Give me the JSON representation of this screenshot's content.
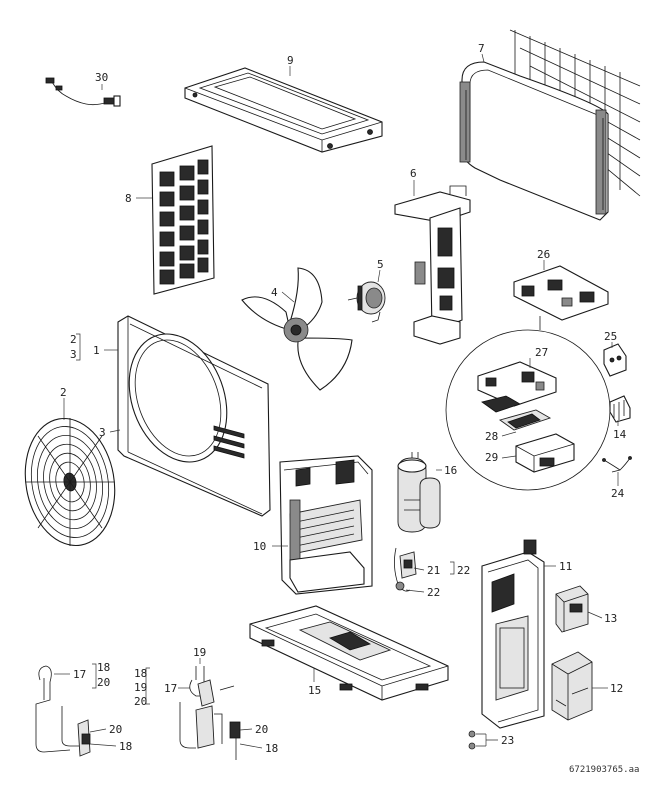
{
  "callouts": {
    "c30": "30",
    "c9": "9",
    "c7": "7",
    "c8": "8",
    "c6": "6",
    "c5": "5",
    "c4": "4",
    "c26": "26",
    "c1": "1",
    "c1_sub_a": "2",
    "c1_sub_b": "3",
    "c2": "2",
    "c3": "3",
    "c25": "25",
    "c27": "27",
    "c14": "14",
    "c28": "28",
    "c29": "29",
    "c24": "24",
    "c16": "16",
    "c10": "10",
    "c11": "11",
    "c21": "21",
    "c21_sub": "22",
    "c22": "22",
    "c13": "13",
    "c15": "15",
    "c12": "12",
    "c17_left": "17",
    "c17_left_sub_a": "18",
    "c17_left_sub_b": "20",
    "c20_left": "20",
    "c18_left": "18",
    "c19": "19",
    "c17_mid": "17",
    "c17_mid_sub_a": "18",
    "c17_mid_sub_b": "19",
    "c17_mid_sub_c": "20",
    "c20_mid": "20",
    "c18_mid": "18",
    "c23": "23"
  },
  "document_number": "6721903765.aa"
}
